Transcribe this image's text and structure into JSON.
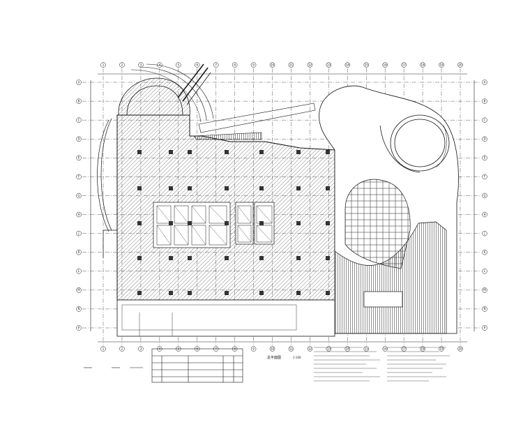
{
  "drawing": {
    "type": "architectural-floor-plan",
    "line_color": "#111111",
    "hatch_color": "#555555",
    "background": "#ffffff"
  },
  "grid": {
    "columns": [
      "1",
      "2",
      "3",
      "4",
      "5",
      "6",
      "7",
      "8",
      "9",
      "10",
      "11",
      "12",
      "13",
      "14",
      "15",
      "16",
      "17",
      "18",
      "19",
      "20"
    ],
    "rows": [
      "A",
      "B",
      "C",
      "D",
      "E",
      "F",
      "G",
      "H",
      "J",
      "K",
      "L",
      "M",
      "N",
      "P"
    ]
  },
  "annotations": {
    "plan_title": "总平面图",
    "scale_note": "1:100"
  }
}
